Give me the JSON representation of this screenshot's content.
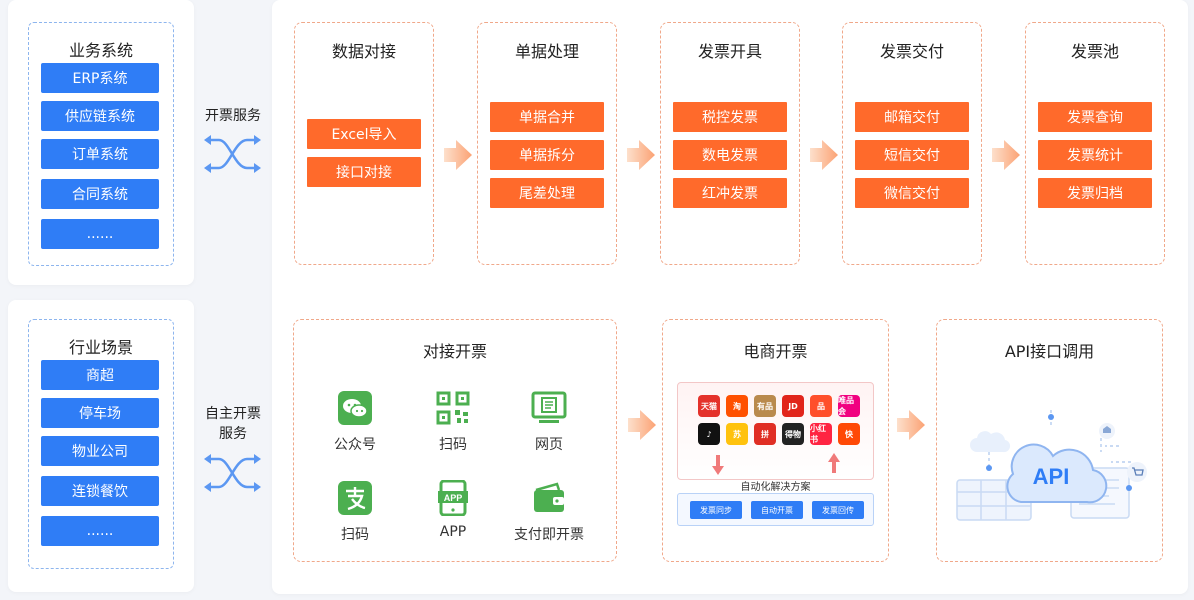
{
  "left_groups": [
    {
      "title": "业务系统",
      "items": [
        "ERP系统",
        "供应链系统",
        "订单系统",
        "合同系统",
        "......"
      ]
    },
    {
      "title": "行业场景",
      "items": [
        "商超",
        "停车场",
        "物业公司",
        "连锁餐饮",
        "......"
      ]
    }
  ],
  "connectors": [
    "开票服务",
    "自主开票\n服务"
  ],
  "process_steps": [
    {
      "title": "数据对接",
      "items": [
        "Excel导入",
        "接口对接"
      ]
    },
    {
      "title": "单据处理",
      "items": [
        "单据合并",
        "单据拆分",
        "尾差处理"
      ]
    },
    {
      "title": "发票开具",
      "items": [
        "税控发票",
        "数电发票",
        "红冲发票"
      ]
    },
    {
      "title": "发票交付",
      "items": [
        "邮箱交付",
        "短信交付",
        "微信交付"
      ]
    },
    {
      "title": "发票池",
      "items": [
        "发票查询",
        "发票统计",
        "发票归档"
      ]
    }
  ],
  "bottom": {
    "connect": {
      "title": "对接开票",
      "features": [
        {
          "label": "公众号",
          "icon": "wechat-icon"
        },
        {
          "label": "扫码",
          "icon": "qr-code-icon"
        },
        {
          "label": "网页",
          "icon": "webpage-icon"
        },
        {
          "label": "扫码",
          "icon": "alipay-icon"
        },
        {
          "label": "APP",
          "icon": "app-icon"
        },
        {
          "label": "支付即开票",
          "icon": "wallet-icon"
        }
      ]
    },
    "ecommerce": {
      "title": "电商开票",
      "apps": [
        {
          "text": "天猫",
          "color": "#e4322b"
        },
        {
          "text": "淘",
          "color": "#ff5000"
        },
        {
          "text": "有品",
          "color": "#b98a4d"
        },
        {
          "text": "JD",
          "color": "#e1251b"
        },
        {
          "text": "品",
          "color": "#ff4f2b"
        },
        {
          "text": "唯品会",
          "color": "#f10180"
        },
        {
          "text": "♪",
          "color": "#111111"
        },
        {
          "text": "苏",
          "color": "#ffc20e"
        },
        {
          "text": "拼",
          "color": "#e02e24"
        },
        {
          "text": "得物",
          "color": "#222222"
        },
        {
          "text": "小红书",
          "color": "#ff2442"
        },
        {
          "text": "快",
          "color": "#ff4906"
        }
      ],
      "solution_label": "自动化解决方案",
      "actions": [
        "发票同步",
        "自动开票",
        "发票回传"
      ]
    },
    "api": {
      "title": "API接口调用",
      "badge": "API"
    }
  },
  "colors": {
    "accent_blue": "#2f7df6",
    "accent_orange": "#ff6a2b"
  }
}
